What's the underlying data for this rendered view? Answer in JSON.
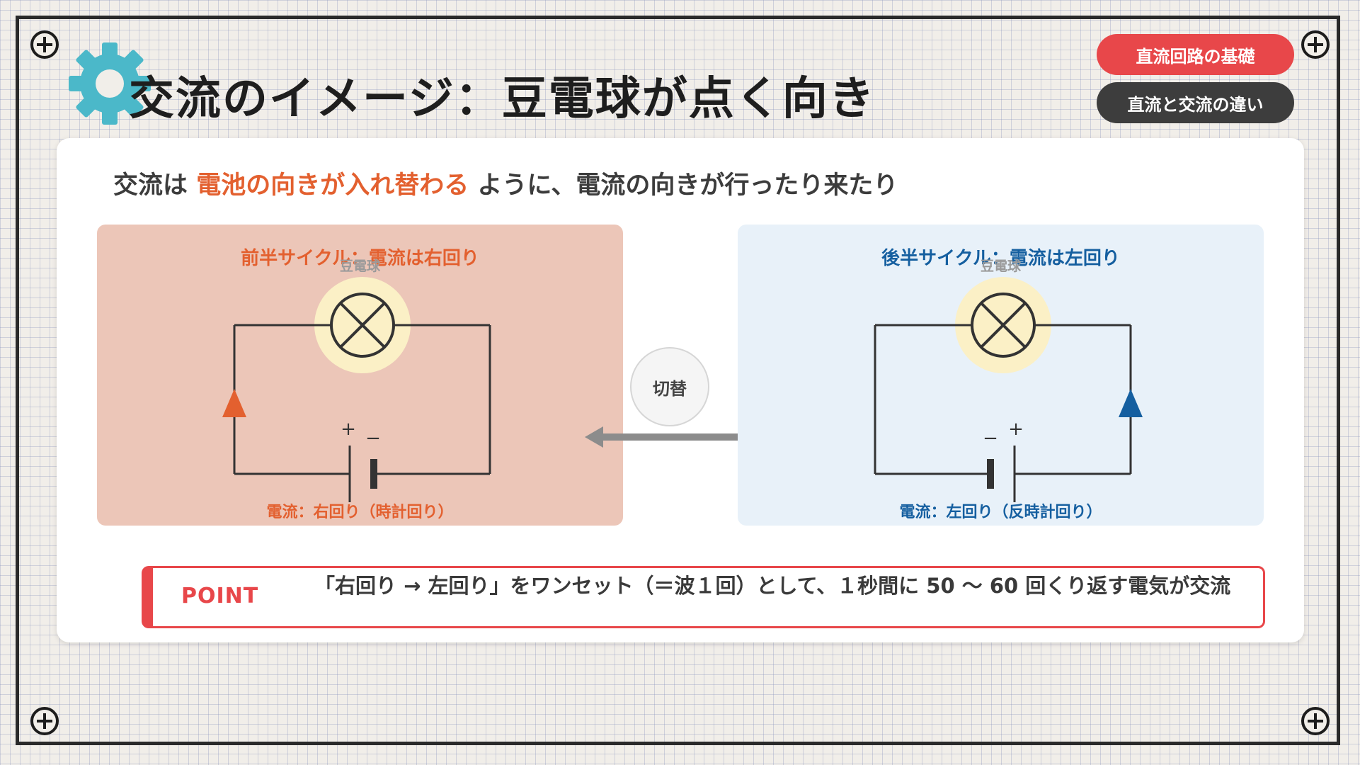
{
  "slide": {
    "title": "交流のイメージ：豆電球が点く向き",
    "tags": {
      "primary": "直流回路の基礎",
      "secondary": "直流と交流の違い"
    },
    "lead": {
      "before": "交流は",
      "highlight": "電池の向きが入れ替わる",
      "after": "ように、電流の向きが行ったり来たり"
    },
    "left_panel": {
      "title": "前半サイクル：電流は右回り",
      "bulb_label": "豆電球",
      "plus": "+",
      "minus": "−",
      "current": "電流：右回り（時計回り）"
    },
    "switch_label": "切替",
    "right_panel": {
      "title": "後半サイクル：電流は左回り",
      "bulb_label": "豆電球",
      "plus": "+",
      "minus": "−",
      "current": "電流：左回り（反時計回り）"
    },
    "point": {
      "label": "POINT",
      "text": "「右回り → 左回り」をワンセット（＝波１回）として、１秒間に 50 〜 60 回くり返す電気が交流"
    }
  },
  "colors": {
    "accent_orange": "#e3602f",
    "accent_blue": "#155fa0",
    "tag_red": "#e8474a",
    "tag_dark": "#3d3d3d",
    "gear": "#4bb8c9"
  },
  "icons": {
    "gear": "gear-icon",
    "corner": "screw-icon",
    "bulb": "bulb-icon",
    "switch": "double-arrow-icon"
  }
}
